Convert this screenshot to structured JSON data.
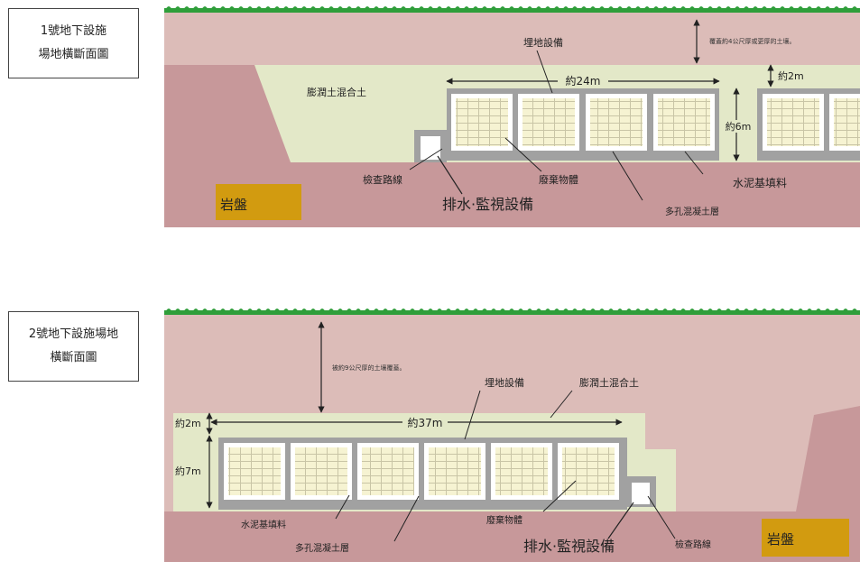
{
  "diagram1": {
    "caption_line1": "1號地下設施",
    "caption_line2": "場地橫斷面圖",
    "cover_note": "覆蓋約4公尺厚或更厚的土壤。",
    "facility_label": "埋地設備",
    "bentonite_label": "膨潤土混合土",
    "width_label": "約24m",
    "top_gap_label": "約2m",
    "height_label": "約6m",
    "waste_label": "廢棄物體",
    "inspection_label": "檢查路線",
    "drainage_label": "排水·監視設備",
    "cement_label": "水泥基填料",
    "porous_label": "多孔混凝土層",
    "bedrock_label": "岩盤"
  },
  "diagram2": {
    "caption_line1": "2號地下設施場地",
    "caption_line2": "橫斷面圖",
    "cover_note": "被約9公尺厚的土壤覆蓋。",
    "facility_label": "埋地設備",
    "bentonite_label": "膨潤土混合土",
    "top_gap_label": "約2m",
    "width_label": "約37m",
    "height_label": "約7m",
    "cement_label": "水泥基填料",
    "porous_label": "多孔混凝土層",
    "waste_label": "廢棄物體",
    "drainage_label": "排水·監視設備",
    "inspection_label": "檢查路線",
    "bedrock_label": "岩盤"
  },
  "colors": {
    "grass": "#2f9e3a",
    "soil_top": "#dcbcb8",
    "bedrock_rock": "#c7989a",
    "bentonite": "#e3e8c8",
    "concrete": "#9b9b9b",
    "cell": "#f6f3d2",
    "bedrock_badge": "#d29b10"
  }
}
